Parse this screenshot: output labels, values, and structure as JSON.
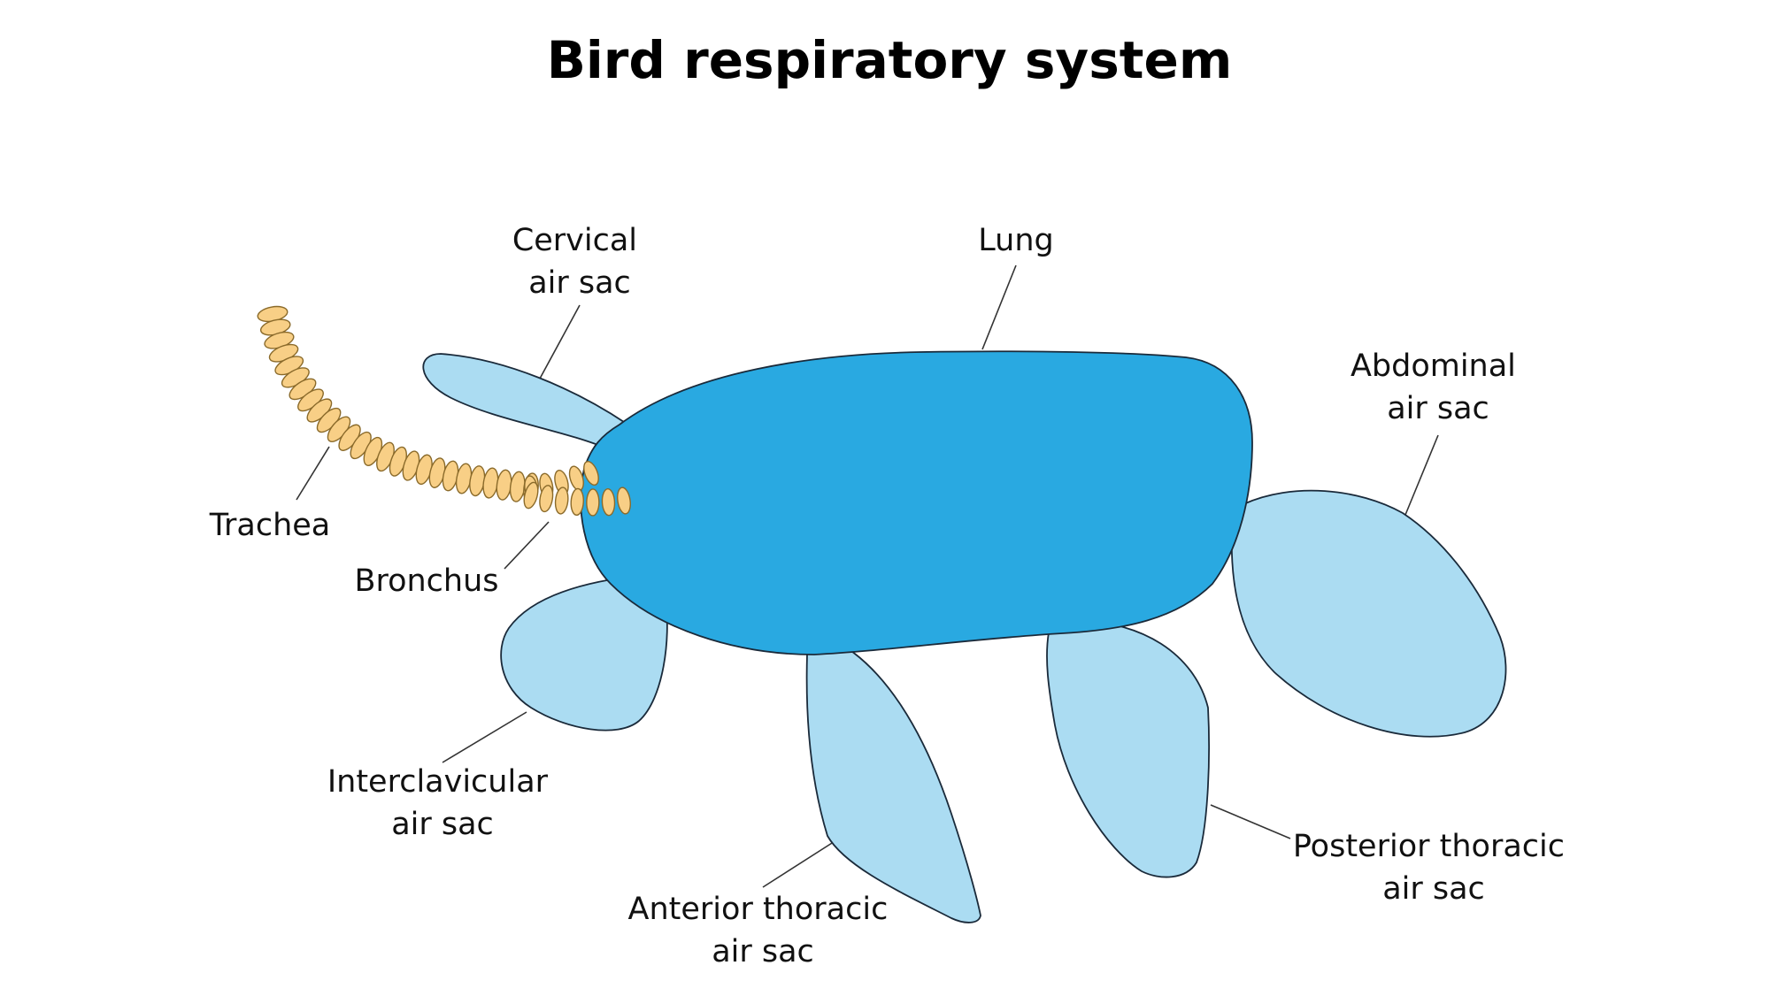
{
  "title": "Bird respiratory system",
  "colors": {
    "lung": "#29a9e1",
    "air_sac": "#abdcf2",
    "trachea": "#f8cf86",
    "trachea_outline": "#8a6a2a",
    "outline": "#1a2a3a"
  },
  "labels": {
    "cervical": [
      "Cervical",
      "air sac"
    ],
    "lung": [
      "Lung"
    ],
    "abdominal": [
      "Abdominal",
      "air sac"
    ],
    "trachea": [
      "Trachea"
    ],
    "bronchus": [
      "Bronchus"
    ],
    "interclavicular": [
      "Interclavicular",
      "air sac"
    ],
    "anterior_thoracic": [
      "Anterior thoracic",
      "air sac"
    ],
    "posterior_thoracic": [
      "Posterior thoracic",
      "air sac"
    ]
  }
}
